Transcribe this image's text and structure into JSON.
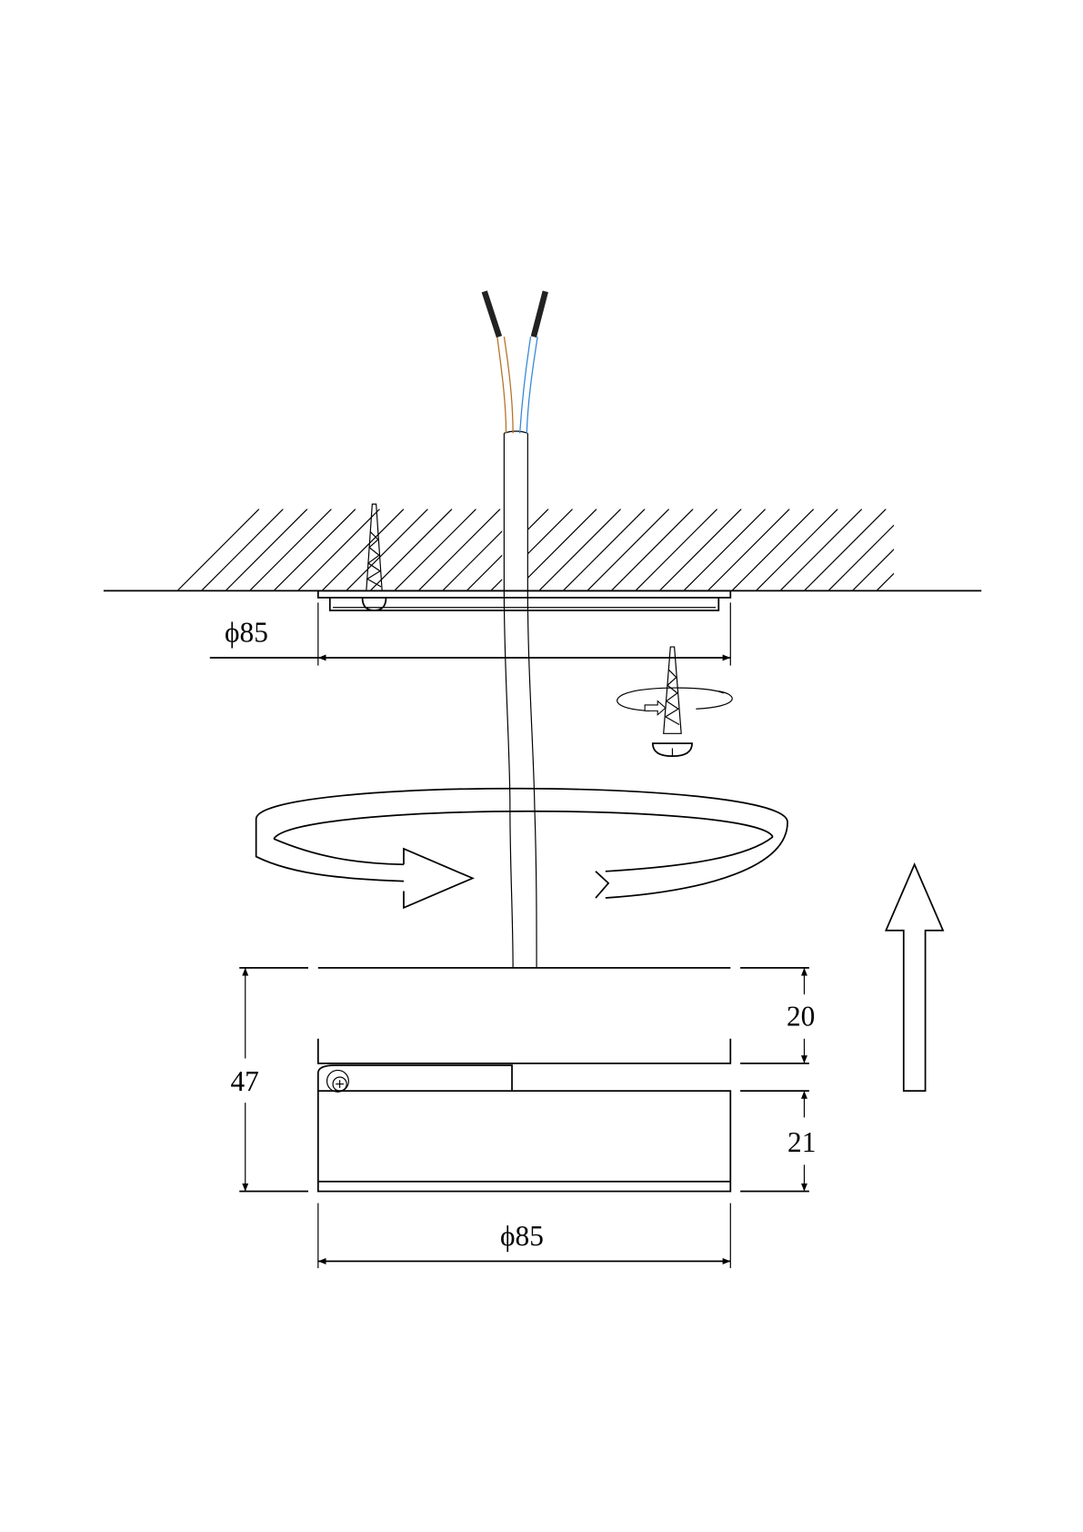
{
  "dimensions": {
    "plate_diameter": "ϕ85",
    "total_height": "47",
    "bracket_height": "20",
    "body_height": "21",
    "body_diameter": "ϕ85"
  },
  "colors": {
    "line": "#000000",
    "brown_wire": "#b8742a",
    "blue_wire": "#3a8ad6"
  }
}
